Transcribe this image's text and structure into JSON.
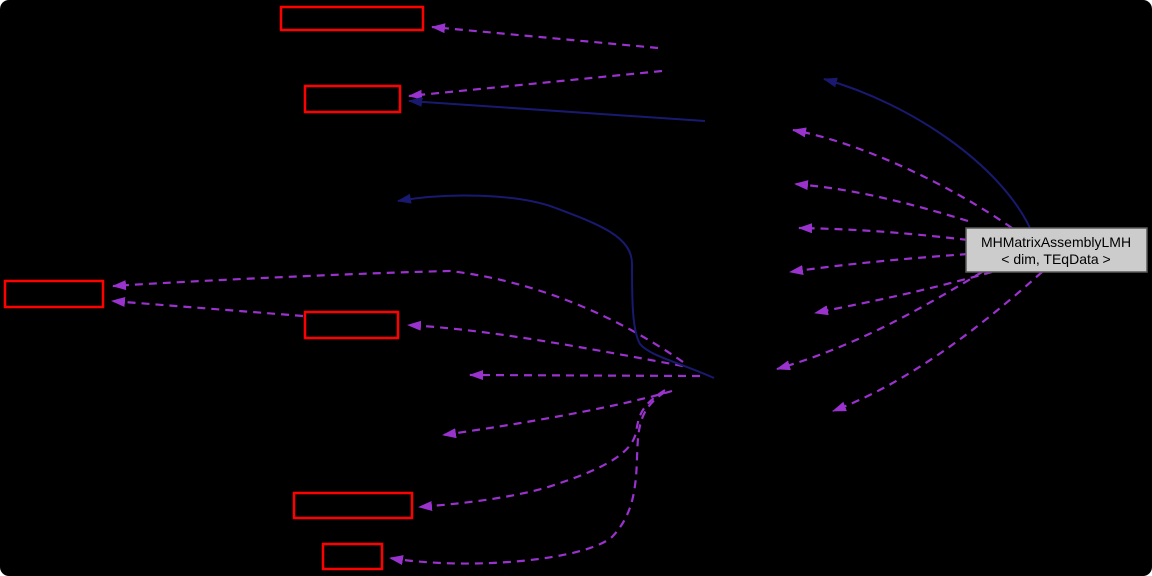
{
  "diagram": {
    "type": "collaboration-graph",
    "main_node": {
      "line1": "MHMatrixAssemblyLMH",
      "line2": "< dim, TEqData >"
    },
    "red_nodes": [
      {
        "id": "node-top",
        "label": ""
      },
      {
        "id": "node-upper",
        "label": ""
      },
      {
        "id": "node-left",
        "label": ""
      },
      {
        "id": "node-middle",
        "label": ""
      },
      {
        "id": "node-lower",
        "label": ""
      },
      {
        "id": "node-bottom-small",
        "label": ""
      }
    ],
    "edge_counts": {
      "dashed_usage": 16,
      "solid_inheritance": 3
    },
    "colors": {
      "background": "#000000",
      "page": "#ffffff",
      "node_border": "#ff0000",
      "main_node_fill": "#cccccc",
      "main_node_border": "#5a5a5a",
      "main_node_text": "#000000",
      "usage_edge": "#9a32cd",
      "inheritance_edge": "#191970"
    }
  }
}
